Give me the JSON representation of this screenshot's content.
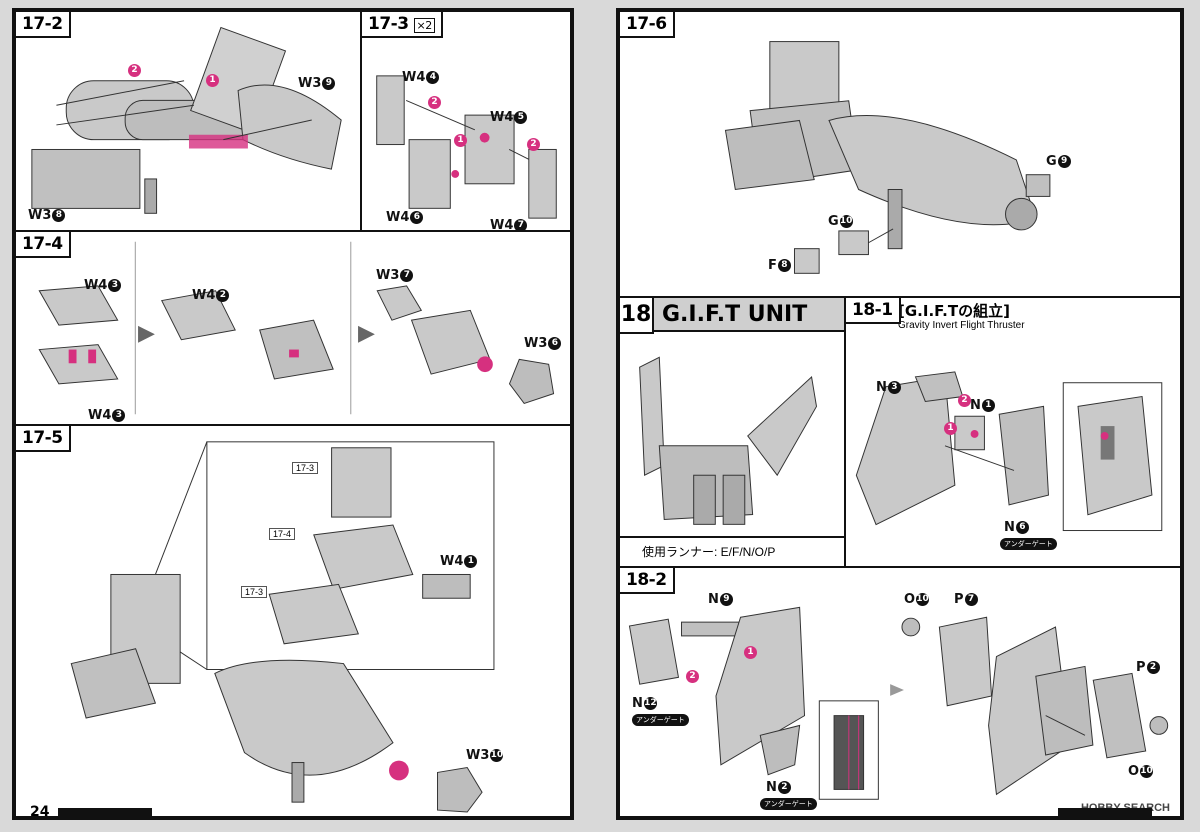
{
  "left_page": {
    "page_number": "24",
    "steps": {
      "s17_2": {
        "tag": "17-2",
        "w3_9": "W3",
        "w3_9_num": "9",
        "w3_8": "W3",
        "w3_8_num": "8",
        "b1": "1",
        "b2": "2"
      },
      "s17_3": {
        "tag": "17-3",
        "count": "×2",
        "w4_4": "W4",
        "w4_4_num": "4",
        "w4_5": "W4",
        "w4_5_num": "5",
        "w4_6": "W4",
        "w4_6_num": "6",
        "w4_7": "W4",
        "w4_7_num": "7",
        "b1": "1",
        "b2a": "2",
        "b2b": "2"
      },
      "s17_4": {
        "tag": "17-4",
        "w4_3a": "W4",
        "w4_3a_num": "3",
        "w4_3b": "W4",
        "w4_3b_num": "3",
        "w4_2": "W4",
        "w4_2_num": "2",
        "w3_7": "W3",
        "w3_7_num": "7",
        "w3_6": "W3",
        "w3_6_num": "6"
      },
      "s17_5": {
        "tag": "17-5",
        "ref_a": "17-3",
        "ref_b": "17-4",
        "ref_c": "17-3",
        "w4_1": "W4",
        "w4_1_num": "1",
        "w3_10": "W3",
        "w3_10_num": "10"
      }
    }
  },
  "right_page": {
    "steps": {
      "s17_6": {
        "tag": "17-6",
        "g9": "G",
        "g9_num": "9",
        "g10": "G",
        "g10_num": "10",
        "f8": "F",
        "f8_num": "8"
      },
      "s18": {
        "number": "18",
        "title": "G.I.F.T UNIT",
        "runners": "使用ランナー: E/F/N/O/P"
      },
      "s18_1": {
        "tag": "18-1",
        "title": "[G.I.F.Tの組立]",
        "subtitle": "Gravity Invert Flight Thruster",
        "n3": "N",
        "n3_num": "3",
        "n1": "N",
        "n1_num": "1",
        "n6": "N",
        "n6_num": "6",
        "under": "アンダーゲート",
        "b1": "1",
        "b2": "2"
      },
      "s18_2": {
        "tag": "18-2",
        "n9": "N",
        "n9_num": "9",
        "n12": "N",
        "n12_num": "12",
        "n2": "N",
        "n2_num": "2",
        "under_a": "アンダーゲート",
        "under_b": "アンダーゲート",
        "o10a": "O",
        "o10a_num": "10",
        "p7": "P",
        "p7_num": "7",
        "p2": "P",
        "p2_num": "2",
        "o10b": "O",
        "o10b_num": "10",
        "b1": "1",
        "b2": "2"
      }
    },
    "watermark": "HOBBY SEARCH"
  },
  "colors": {
    "accent": "#d6307f",
    "ink": "#111111",
    "part_fill": "#c9c9c9",
    "part_shade": "#9a9a9a"
  }
}
